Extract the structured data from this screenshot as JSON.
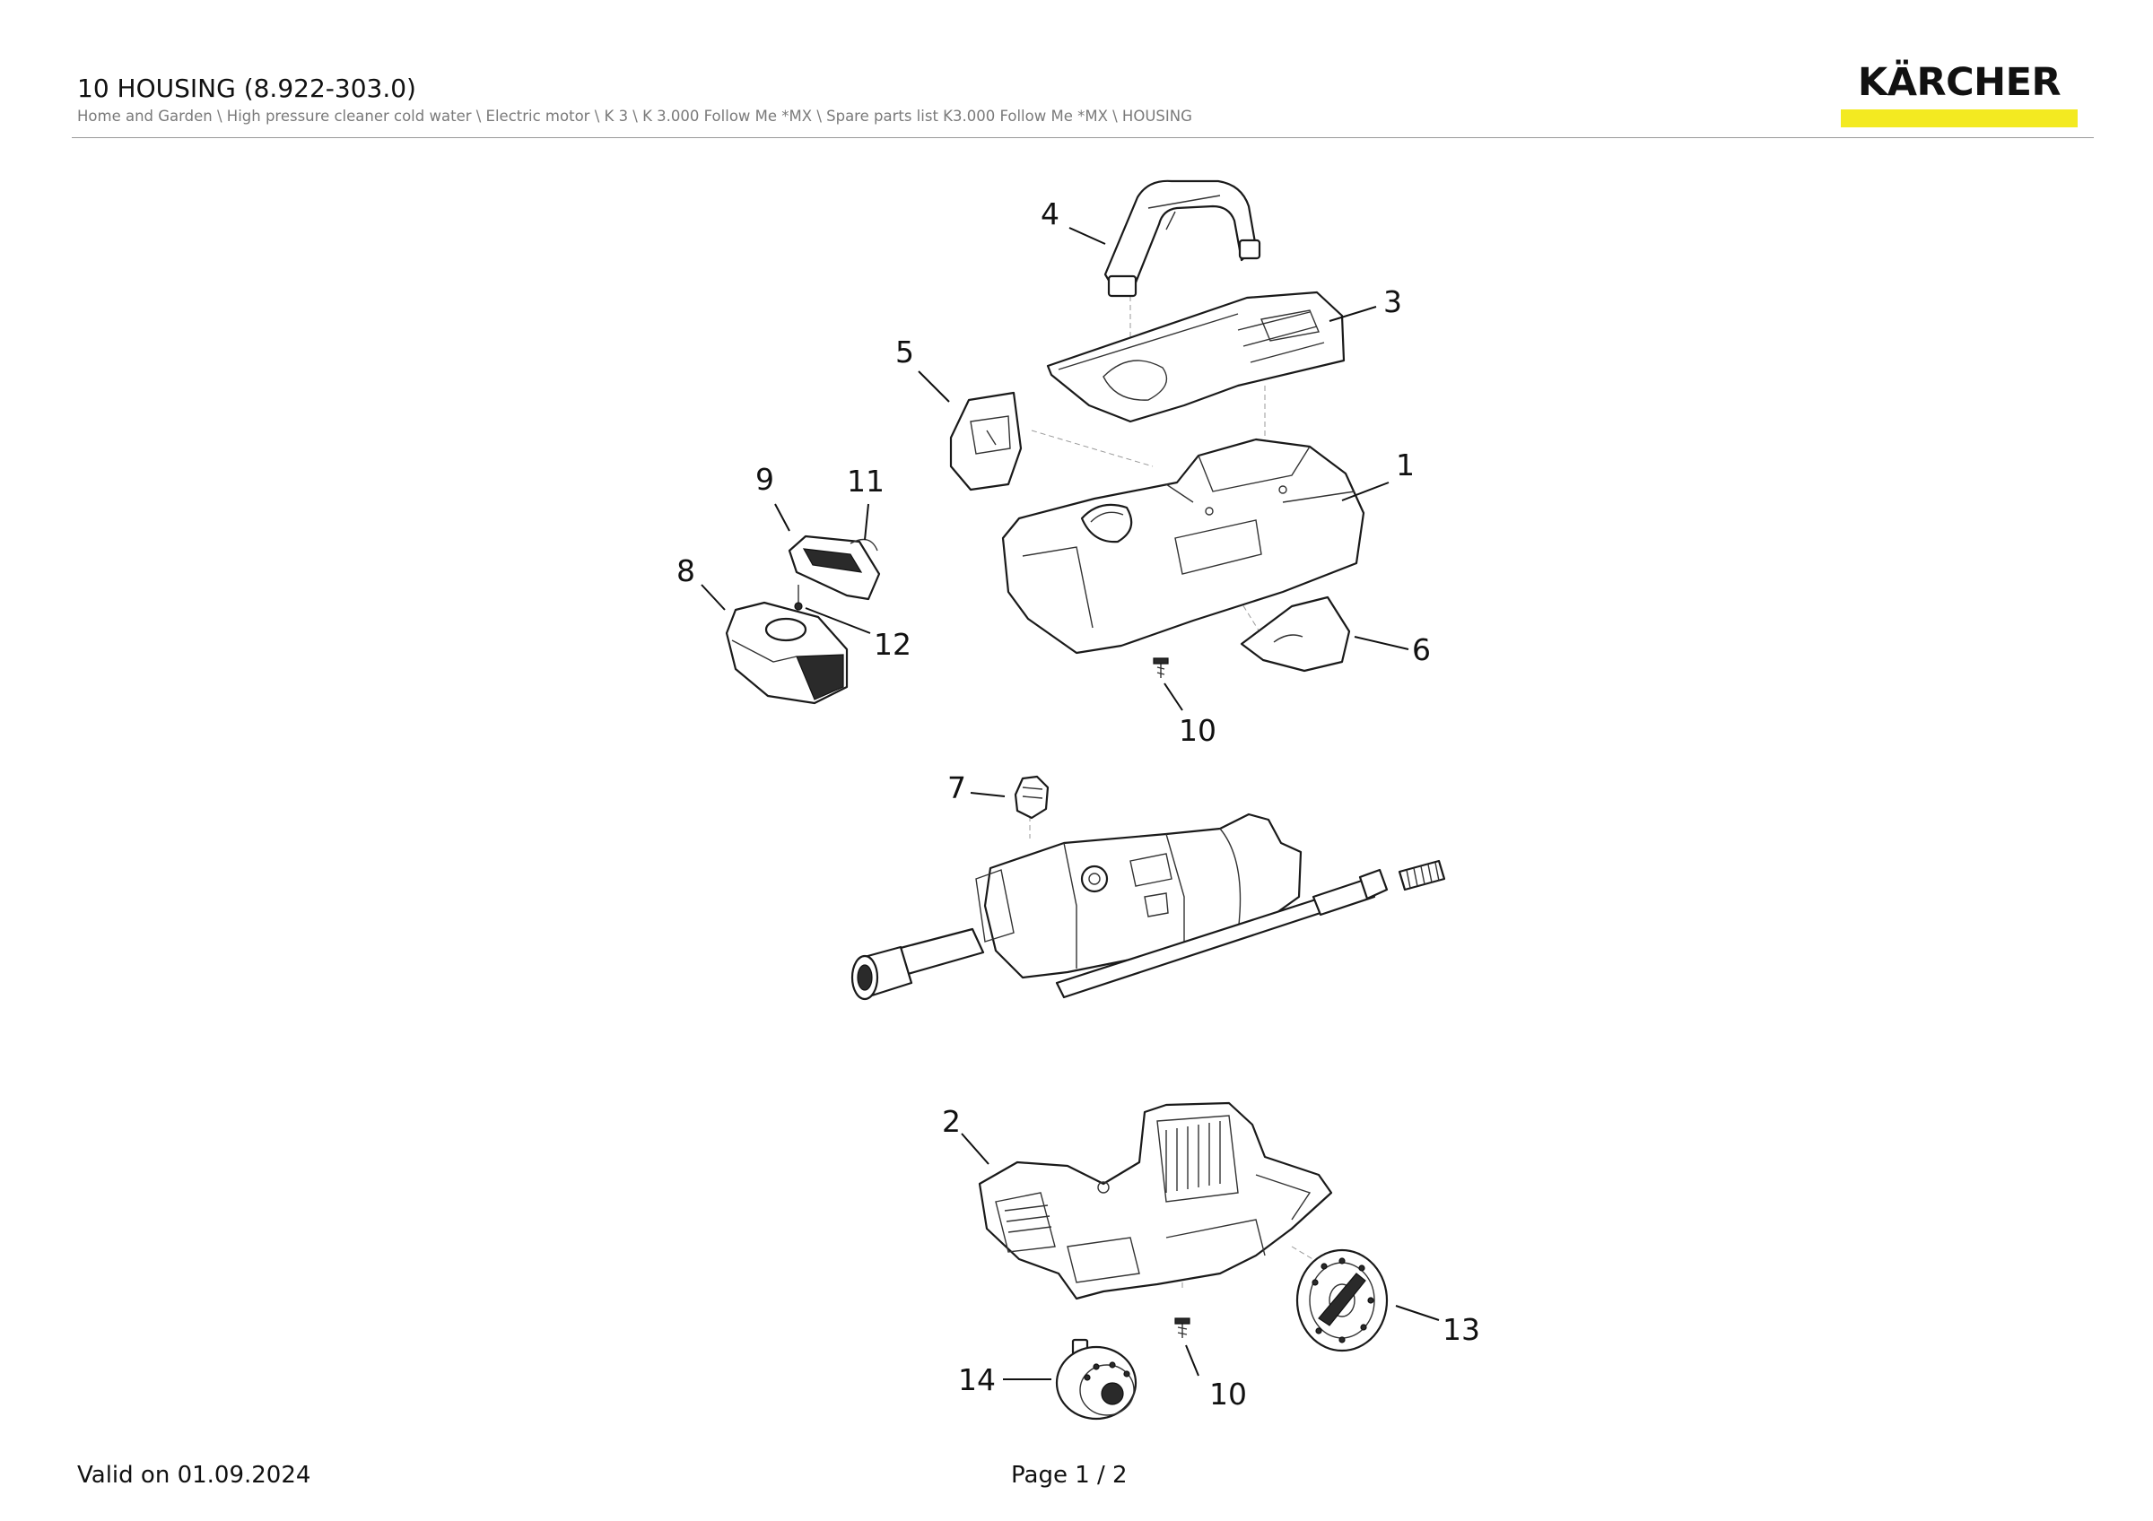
{
  "header": {
    "title": "10 HOUSING (8.922-303.0)",
    "breadcrumb": "Home and Garden \\ High pressure cleaner cold water \\ Electric motor \\ K 3 \\ K 3.000 Follow Me *MX \\ Spare parts list K3.000 Follow Me *MX \\ HOUSING"
  },
  "brand": {
    "logo_text": "KÄRCHER",
    "accent_color": "#f3ea21"
  },
  "diagram": {
    "callouts": {
      "p1": "1",
      "p2": "2",
      "p3": "3",
      "p4": "4",
      "p5": "5",
      "p6": "6",
      "p7": "7",
      "p8": "8",
      "p9": "9",
      "p10a": "10",
      "p10b": "10",
      "p11": "11",
      "p12": "12",
      "p13": "13",
      "p14": "14"
    }
  },
  "footer": {
    "valid": "Valid on 01.09.2024",
    "page": "Page 1 / 2"
  }
}
